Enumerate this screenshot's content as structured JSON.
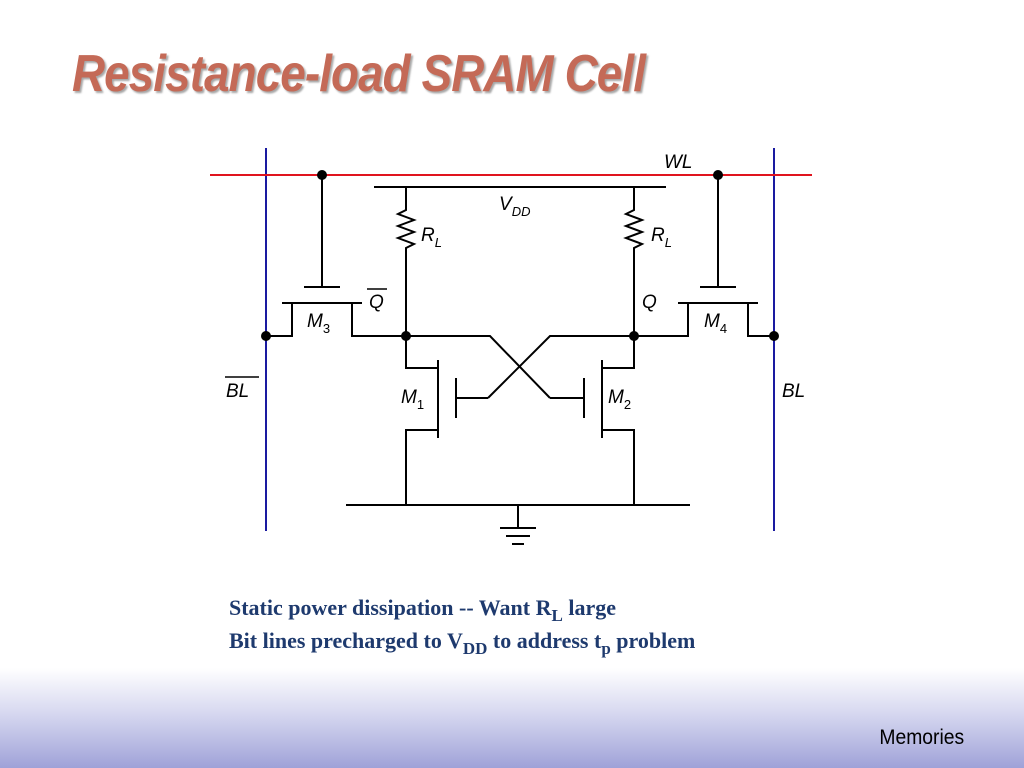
{
  "slide": {
    "title": "Resistance-load SRAM Cell",
    "footer": "Memories"
  },
  "diagram": {
    "wordline_label": "WL",
    "supply": {
      "main": "V",
      "sub": "DD"
    },
    "resistor_left": {
      "main": "R",
      "sub": "L"
    },
    "resistor_right": {
      "main": "R",
      "sub": "L"
    },
    "node_left": "Q",
    "node_right": "Q",
    "m3": {
      "main": "M",
      "sub": "3"
    },
    "m4": {
      "main": "M",
      "sub": "4"
    },
    "m1": {
      "main": "M",
      "sub": "1"
    },
    "m2": {
      "main": "M",
      "sub": "2"
    },
    "bitline_left": "BL",
    "bitline_right": "BL",
    "colors": {
      "wordline": "#e0141e",
      "bitline": "#1a1aa0",
      "wire": "#000000"
    }
  },
  "notes": {
    "line1": {
      "prefix": "Static power dissipation -- Want R",
      "sub": "L",
      "suffix": " large"
    },
    "line2": {
      "prefix": "Bit lines precharged to V",
      "sub1": "DD",
      "middle": " to address t",
      "sub2": "p",
      "suffix": " problem"
    }
  }
}
